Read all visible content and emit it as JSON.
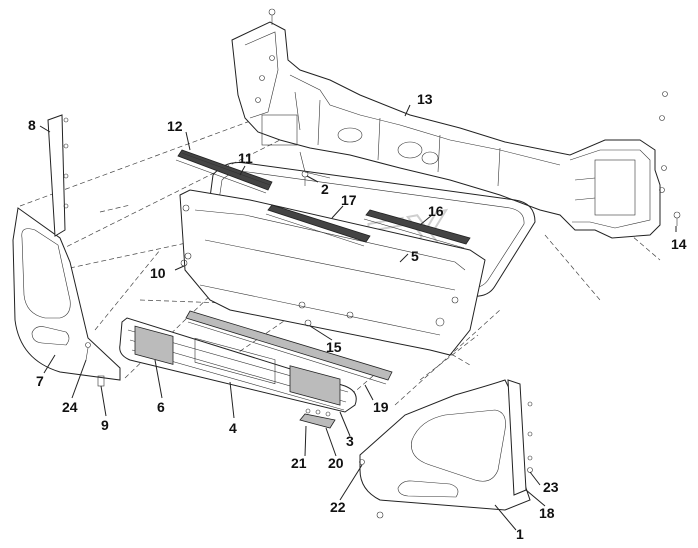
{
  "watermark": "OPEX",
  "callouts": [
    {
      "id": "c1",
      "label": "1"
    },
    {
      "id": "c2",
      "label": "2"
    },
    {
      "id": "c3",
      "label": "3"
    },
    {
      "id": "c4",
      "label": "4"
    },
    {
      "id": "c5",
      "label": "5"
    },
    {
      "id": "c6",
      "label": "6"
    },
    {
      "id": "c7",
      "label": "7"
    },
    {
      "id": "c8",
      "label": "8"
    },
    {
      "id": "c9",
      "label": "9"
    },
    {
      "id": "c10",
      "label": "10"
    },
    {
      "id": "c11",
      "label": "11"
    },
    {
      "id": "c12",
      "label": "12"
    },
    {
      "id": "c13",
      "label": "13"
    },
    {
      "id": "c14",
      "label": "14"
    },
    {
      "id": "c15",
      "label": "15"
    },
    {
      "id": "c16",
      "label": "16"
    },
    {
      "id": "c17",
      "label": "17"
    },
    {
      "id": "c18",
      "label": "18"
    },
    {
      "id": "c19",
      "label": "19"
    },
    {
      "id": "c20",
      "label": "20"
    },
    {
      "id": "c21",
      "label": "21"
    },
    {
      "id": "c22",
      "label": "22"
    },
    {
      "id": "c23",
      "label": "23"
    },
    {
      "id": "c24",
      "label": "24"
    }
  ]
}
